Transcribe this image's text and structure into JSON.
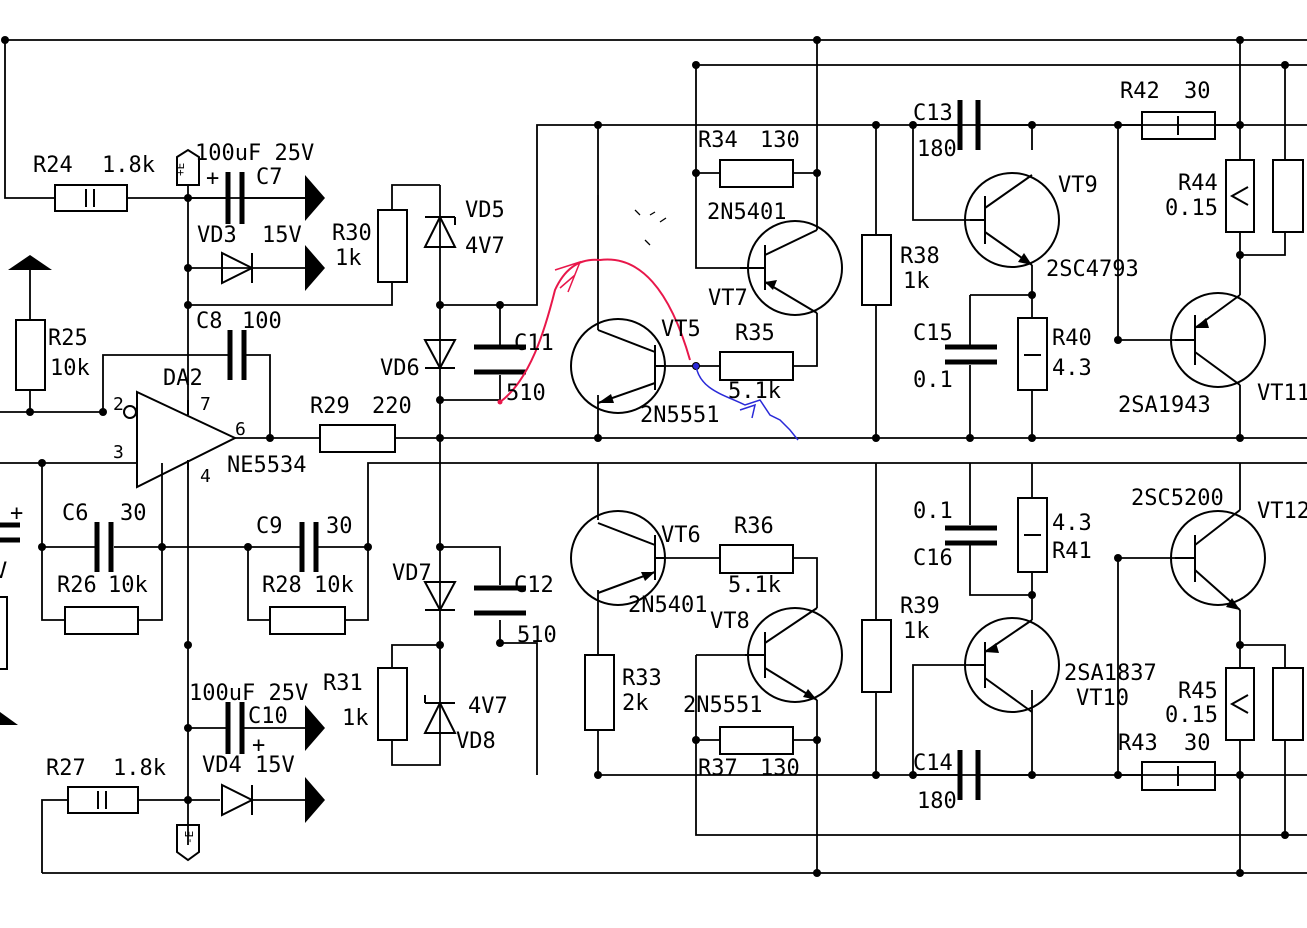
{
  "labels": {
    "r24": "R24",
    "r24v": "1.8k",
    "r25": "R25",
    "r25v": "10k",
    "r26": "R26",
    "r26v": "10k",
    "r27": "R27",
    "r27v": "1.8k",
    "r28": "R28",
    "r28v": "10k",
    "r29": "R29",
    "r29v": "220",
    "r30": "R30",
    "r30v": "1k",
    "r31": "R31",
    "r31v": "1k",
    "r33": "R33",
    "r33v": "2k",
    "r34": "R34",
    "r34v": "130",
    "r35": "R35",
    "r35v": "5.1k",
    "r36": "R36",
    "r36v": "5.1k",
    "r37": "R37",
    "r37v": "130",
    "r38": "R38",
    "r38v": "1k",
    "r39": "R39",
    "r39v": "1k",
    "r40": "R40",
    "r40v": "4.3",
    "r41": "R41",
    "r41v": "4.3",
    "r42": "R42",
    "r42v": "30",
    "r43": "R43",
    "r43v": "30",
    "r44": "R44",
    "r44v": "0.15",
    "r45": "R45",
    "r45v": "0.15",
    "c6": "C6",
    "c6v": "30",
    "c7": "C7",
    "c7v": "100uF 25V",
    "c8": "C8",
    "c8v": "100",
    "c9": "C9",
    "c9v": "30",
    "c10": "C10",
    "c10v": "100uF 25V",
    "c11": "C11",
    "c11v": "510",
    "c12": "C12",
    "c12v": "510",
    "c13": "C13",
    "c13v": "180",
    "c14": "C14",
    "c14v": "180",
    "c15": "C15",
    "c15v": "0.1",
    "c16": "C16",
    "c16v": "0.1",
    "vd3": "VD3",
    "vd3v": "15V",
    "vd4": "VD4",
    "vd4v": "15V",
    "vd5": "VD5",
    "vd5v": "4V7",
    "vd6": "VD6",
    "vd7": "VD7",
    "vd8": "VD8",
    "vd8v": "4V7",
    "da2": "DA2",
    "da2v": "NE5534",
    "pin2": "2",
    "pin3": "3",
    "pin4": "4",
    "pin6": "6",
    "pin7": "7",
    "vt5": "VT5",
    "vt5v": "2N5551",
    "vt6": "VT6",
    "vt6v": "2N5401",
    "vt7": "VT7",
    "vt7v": "2N5401",
    "vt8": "VT8",
    "vt8v": "2N5551",
    "vt9": "VT9",
    "vt9v": "2SC4793",
    "vt10": "VT10",
    "vt10v": "2SA1837",
    "vt11": "VT11",
    "vt11v": "2SA1943",
    "vt12": "VT12",
    "vt12v": "2SC5200",
    "plus_e": "+E",
    "minus_e": "-E",
    "plus_sign": "+",
    "plus_sign_left": "+",
    "cut_v": "V"
  },
  "colors": {
    "wire": "#000000",
    "annotation_red": "#e8174a",
    "annotation_blue": "#2a2ad8"
  }
}
